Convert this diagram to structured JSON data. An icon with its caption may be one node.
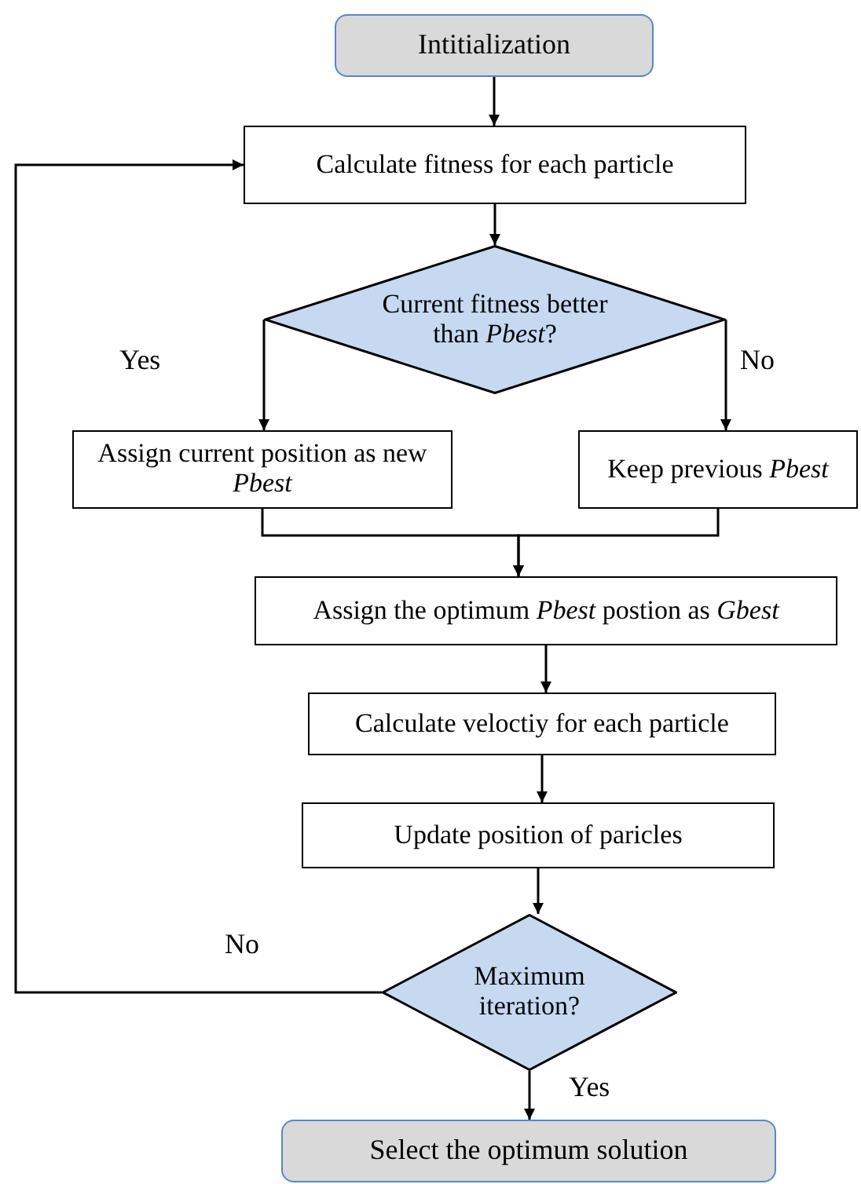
{
  "diagram": {
    "nodes": [
      {
        "text": [
          "Intitialization"
        ]
      },
      {
        "text": [
          "Calculate fitness for each particle"
        ]
      },
      {
        "text": [
          "Current fitness better than *Pbest*?"
        ]
      },
      {
        "text": [
          "Assign current position as new *Pbest*"
        ]
      },
      {
        "text": [
          "Keep previous *Pbest*"
        ]
      },
      {
        "text": [
          "Assign the optimum *Pbest* postion as *Gbest*"
        ]
      },
      {
        "text": [
          "Calculate veloctiy for each particle"
        ]
      },
      {
        "text": [
          "Update position of paricles"
        ]
      },
      {
        "text": [
          "Maximum iteration?"
        ]
      },
      {
        "text": [
          "Select the optimum solution"
        ]
      }
    ],
    "edges": [
      {
        "from": 0,
        "to": 1,
        "arrow": "to"
      },
      {
        "from": 1,
        "to": 2,
        "arrow": "to"
      },
      {
        "from": 2,
        "to": 3,
        "arrow": "to",
        "label": "Yes"
      },
      {
        "from": 2,
        "to": 4,
        "arrow": "to",
        "label": "No"
      },
      {
        "from": 3,
        "to": 5,
        "arrow": "to"
      },
      {
        "from": 4,
        "to": 5,
        "arrow": "to"
      },
      {
        "from": 5,
        "to": 6,
        "arrow": "to"
      },
      {
        "from": 6,
        "to": 7,
        "arrow": "to"
      },
      {
        "from": 7,
        "to": 8,
        "arrow": "to"
      },
      {
        "from": 8,
        "to": 1,
        "arrow": "to",
        "label": "No"
      },
      {
        "from": 8,
        "to": 9,
        "arrow": "to",
        "label": "Yes"
      }
    ]
  }
}
